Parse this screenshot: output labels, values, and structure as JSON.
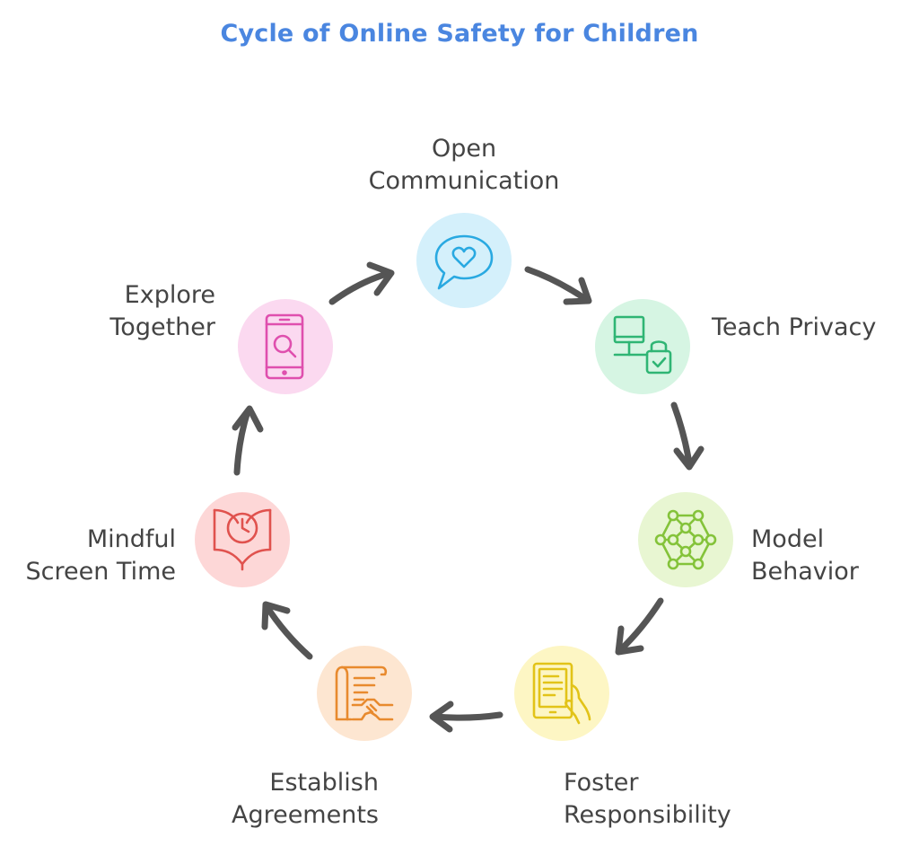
{
  "title": "Cycle of Online Safety for Children",
  "nodes": [
    {
      "id": "open-communication",
      "label_line1": "Open",
      "label_line2": "Communication",
      "icon": "speech-bubble-heart-icon",
      "fill": "#d4f0fb",
      "stroke": "#29a9e1"
    },
    {
      "id": "teach-privacy",
      "label_line1": "Teach Privacy",
      "label_line2": "",
      "icon": "computer-lock-icon",
      "fill": "#d6f5e3",
      "stroke": "#2fb574"
    },
    {
      "id": "model-behavior",
      "label_line1": "Model",
      "label_line2": "Behavior",
      "icon": "network-icon",
      "fill": "#e8f6d2",
      "stroke": "#84c33a"
    },
    {
      "id": "foster-responsibility",
      "label_line1": "Foster",
      "label_line2": "Responsibility",
      "icon": "tablet-hand-icon",
      "fill": "#fdf6c4",
      "stroke": "#e2c318"
    },
    {
      "id": "establish-agreements",
      "label_line1": "Establish",
      "label_line2": "Agreements",
      "icon": "contract-handshake-icon",
      "fill": "#fde6d1",
      "stroke": "#e88a2e"
    },
    {
      "id": "mindful-screen-time",
      "label_line1": "Mindful",
      "label_line2": "Screen Time",
      "icon": "clock-book-icon",
      "fill": "#fdd7d7",
      "stroke": "#e0524e"
    },
    {
      "id": "explore-together",
      "label_line1": "Explore",
      "label_line2": "Together",
      "icon": "phone-search-icon",
      "fill": "#fbd9f0",
      "stroke": "#df4fae"
    }
  ],
  "colors": {
    "title": "#4a86e0",
    "label": "#444444",
    "arrow": "#555555"
  }
}
